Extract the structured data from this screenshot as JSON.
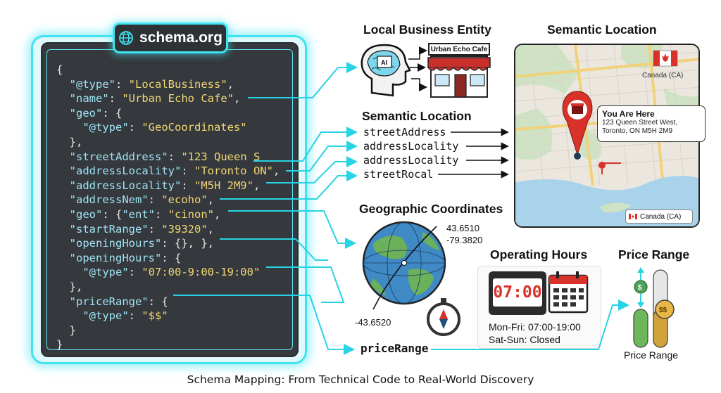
{
  "badge": {
    "label": "schema.org",
    "icon": "globe-icon"
  },
  "code_lines": [
    {
      "parts": [
        {
          "t": "{",
          "c": "p"
        }
      ]
    },
    {
      "parts": [
        {
          "t": "  ",
          "c": "p"
        },
        {
          "t": "\"@type\"",
          "c": "k"
        },
        {
          "t": ": ",
          "c": "p"
        },
        {
          "t": "\"LocalBusiness\"",
          "c": "s"
        },
        {
          "t": ",",
          "c": "p"
        }
      ]
    },
    {
      "parts": [
        {
          "t": "  ",
          "c": "p"
        },
        {
          "t": "\"name\"",
          "c": "k"
        },
        {
          "t": ": ",
          "c": "p"
        },
        {
          "t": "\"Urban Echo Cafe\"",
          "c": "s"
        },
        {
          "t": ",",
          "c": "p"
        }
      ]
    },
    {
      "parts": [
        {
          "t": "  ",
          "c": "p"
        },
        {
          "t": "\"geo\"",
          "c": "k"
        },
        {
          "t": ": {",
          "c": "p"
        }
      ]
    },
    {
      "parts": [
        {
          "t": "    ",
          "c": "p"
        },
        {
          "t": "\"@type\"",
          "c": "k"
        },
        {
          "t": ": ",
          "c": "p"
        },
        {
          "t": "\"GeoCoordinates\"",
          "c": "s"
        }
      ]
    },
    {
      "parts": [
        {
          "t": "  },",
          "c": "p"
        }
      ]
    },
    {
      "parts": [
        {
          "t": "  ",
          "c": "p"
        },
        {
          "t": "\"streetAddress\"",
          "c": "k"
        },
        {
          "t": ": ",
          "c": "p"
        },
        {
          "t": "\"123 Queen S",
          "c": "s"
        }
      ]
    },
    {
      "parts": [
        {
          "t": "  ",
          "c": "p"
        },
        {
          "t": "\"addressLocality\"",
          "c": "k"
        },
        {
          "t": ": ",
          "c": "p"
        },
        {
          "t": "\"Toronto ON\"",
          "c": "s"
        },
        {
          "t": ",",
          "c": "p"
        }
      ]
    },
    {
      "parts": [
        {
          "t": "  ",
          "c": "p"
        },
        {
          "t": "\"addressLocality\"",
          "c": "k"
        },
        {
          "t": ": ",
          "c": "p"
        },
        {
          "t": "\"M5H 2M9\"",
          "c": "s"
        },
        {
          "t": ",",
          "c": "p"
        }
      ]
    },
    {
      "parts": [
        {
          "t": "  ",
          "c": "p"
        },
        {
          "t": "\"addressNem\"",
          "c": "k"
        },
        {
          "t": ": ",
          "c": "p"
        },
        {
          "t": "\"ecoho\"",
          "c": "s"
        },
        {
          "t": ",",
          "c": "p"
        }
      ]
    },
    {
      "parts": [
        {
          "t": "  ",
          "c": "p"
        },
        {
          "t": "\"geo\"",
          "c": "k"
        },
        {
          "t": ": {",
          "c": "p"
        },
        {
          "t": "\"ent\"",
          "c": "k"
        },
        {
          "t": ": ",
          "c": "p"
        },
        {
          "t": "\"cinon\"",
          "c": "s"
        },
        {
          "t": ",",
          "c": "p"
        }
      ]
    },
    {
      "parts": [
        {
          "t": "  ",
          "c": "p"
        },
        {
          "t": "\"startRange\"",
          "c": "k"
        },
        {
          "t": ": ",
          "c": "p"
        },
        {
          "t": "\"39320\"",
          "c": "s"
        },
        {
          "t": ",",
          "c": "p"
        }
      ]
    },
    {
      "parts": [
        {
          "t": "  ",
          "c": "p"
        },
        {
          "t": "\"openingHours\"",
          "c": "k"
        },
        {
          "t": ": {}, },",
          "c": "p"
        }
      ]
    },
    {
      "parts": [
        {
          "t": "  ",
          "c": "p"
        },
        {
          "t": "\"openingHours\"",
          "c": "k"
        },
        {
          "t": ": {",
          "c": "p"
        }
      ]
    },
    {
      "parts": [
        {
          "t": "    ",
          "c": "p"
        },
        {
          "t": "\"@type\"",
          "c": "k"
        },
        {
          "t": ": ",
          "c": "p"
        },
        {
          "t": "\"07:00-9:00-19:00\"",
          "c": "s"
        }
      ]
    },
    {
      "parts": [
        {
          "t": "  },",
          "c": "p"
        }
      ]
    },
    {
      "parts": [
        {
          "t": "  ",
          "c": "p"
        },
        {
          "t": "\"priceRange\"",
          "c": "k"
        },
        {
          "t": ": {",
          "c": "p"
        }
      ]
    },
    {
      "parts": [
        {
          "t": "    ",
          "c": "p"
        },
        {
          "t": "\"@type\"",
          "c": "k"
        },
        {
          "t": ": ",
          "c": "p"
        },
        {
          "t": "\"$$\"",
          "c": "s"
        }
      ]
    },
    {
      "parts": [
        {
          "t": "  }",
          "c": "p"
        }
      ]
    },
    {
      "parts": [
        {
          "t": "}",
          "c": "p"
        }
      ]
    }
  ],
  "sections": {
    "local_business": "Local Business Entity",
    "semantic_location_map": "Semantic Location",
    "semantic_location_fields": "Semantic Location",
    "geographic": "Geographic Coordinates",
    "operating_hours": "Operating Hours",
    "price_range": "Price Range"
  },
  "store_sign": "Urban Echo Cafe",
  "ai_label": "AI",
  "location_fields": [
    "streetAddress",
    "addressLocality",
    "addressLocality",
    "streetRocal"
  ],
  "map": {
    "country_top": "Canada (CA)",
    "country_bottom": "Canada (CA)",
    "popup_title": "You Are Here",
    "popup_line1": "123 Queen Street West,",
    "popup_line2": "Toronto, ON M5H 2M9"
  },
  "coords": {
    "lat": "43.6510",
    "lon": "-79.3820",
    "neg_lat": "-43.6520"
  },
  "hours": {
    "clock": "07:00",
    "weekday": "Mon-Fri: 07:00-19:00",
    "weekend": "Sat-Sun: Closed"
  },
  "price": {
    "field": "priceRange",
    "caption": "Price Range",
    "low": "$",
    "high": "$$"
  },
  "footer": "Schema Mapping: From Technical Code to Real-World Discovery",
  "colors": {
    "accent": "#3fe3f2",
    "code_bg": "#35393d",
    "key": "#9fe3f5",
    "string": "#f1d675",
    "pin": "#d9322b"
  }
}
